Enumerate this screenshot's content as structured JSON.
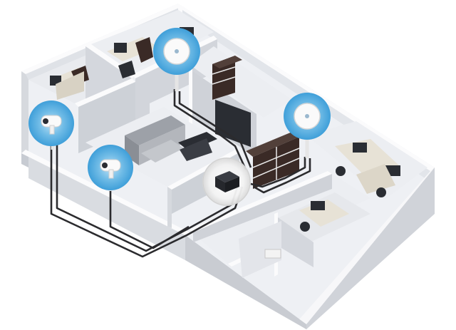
{
  "colors": {
    "floor": "#f3f4f7",
    "wall_top": "#fbfbfc",
    "wall_side": "#d3d6dc",
    "wall_dark": "#b9bdc5",
    "cable": "#2b2b2e",
    "device_glow": "#4aa8de",
    "device_glow_light": "#cfe8f7",
    "furniture_dark": "#3a2a26",
    "desk": "#e7e2d6",
    "monitor": "#2a2d33"
  },
  "devices": [
    {
      "type": "ceiling-access-point",
      "icon": "wifi-ap-icon"
    },
    {
      "type": "ceiling-access-point",
      "icon": "wifi-ap-icon"
    },
    {
      "type": "bullet-camera",
      "icon": "camera-icon"
    },
    {
      "type": "bullet-camera",
      "icon": "camera-icon"
    },
    {
      "type": "poe-switch",
      "icon": "switch-icon"
    }
  ]
}
